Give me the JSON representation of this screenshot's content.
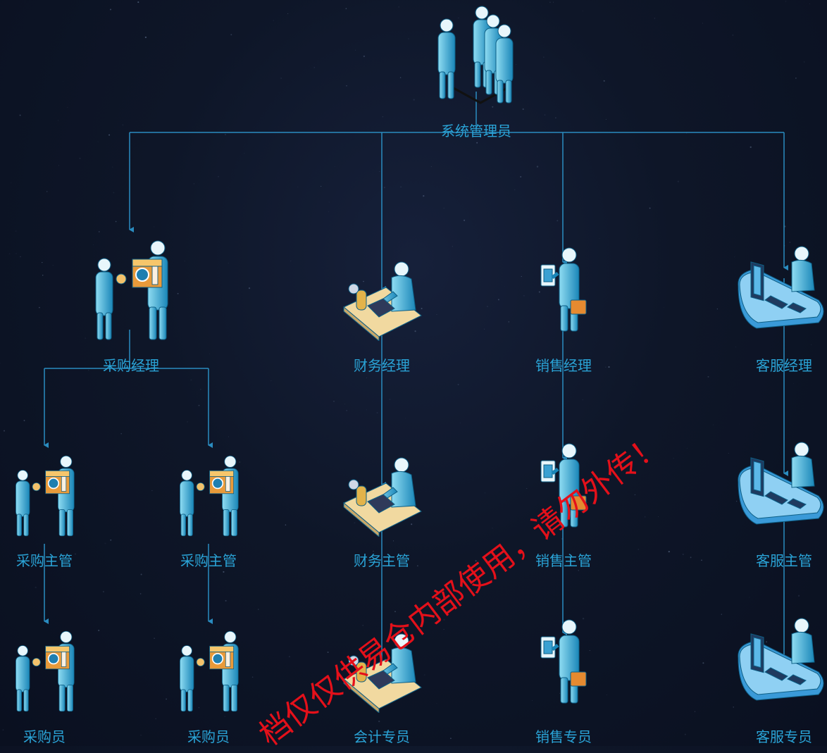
{
  "root": {
    "label": "系统管理员",
    "icon": "admin-group-icon"
  },
  "departments": [
    {
      "id": "purchase",
      "icon": "purchasing-icon",
      "manager": "采购经理",
      "branches": [
        {
          "supervisor": "采购主管",
          "staff": "采购员"
        },
        {
          "supervisor": "采购主管",
          "staff": "采购员"
        }
      ]
    },
    {
      "id": "finance",
      "icon": "finance-icon",
      "manager": "财务经理",
      "supervisor": "财务主管",
      "staff": "会计专员"
    },
    {
      "id": "sales",
      "icon": "sales-icon",
      "manager": "销售经理",
      "supervisor": "销售主管",
      "staff": "销售专员"
    },
    {
      "id": "service",
      "icon": "customer-service-icon",
      "manager": "客服经理",
      "supervisor": "客服主管",
      "staff": "客服专员"
    }
  ],
  "watermark": "档仅仅供易仓内部使用，请勿外传！",
  "colors": {
    "background": "#0e1628",
    "line": "#2a8cc0",
    "label": "#2aa3d6",
    "watermark": "#e4101a"
  }
}
